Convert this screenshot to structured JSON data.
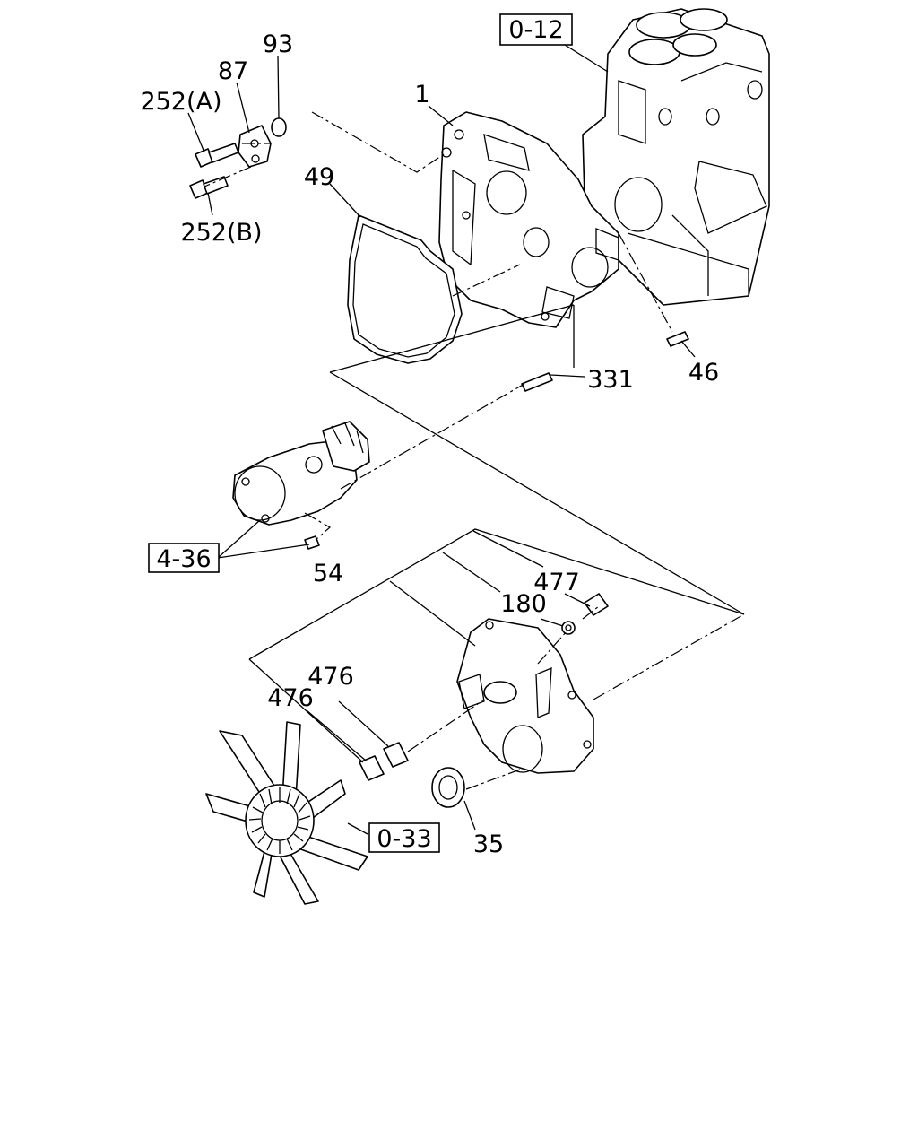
{
  "callouts": {
    "p93": "93",
    "p87": "87",
    "p252a": "252(A)",
    "p252b": "252(B)",
    "p1": "1",
    "p49": "49",
    "p331": "331",
    "p46": "46",
    "p54": "54",
    "p477": "477",
    "p180": "180",
    "p476a": "476",
    "p476b": "476",
    "p35": "35"
  },
  "references": {
    "ref_012": "0-12",
    "ref_436": "4-36",
    "ref_033": "0-33"
  }
}
